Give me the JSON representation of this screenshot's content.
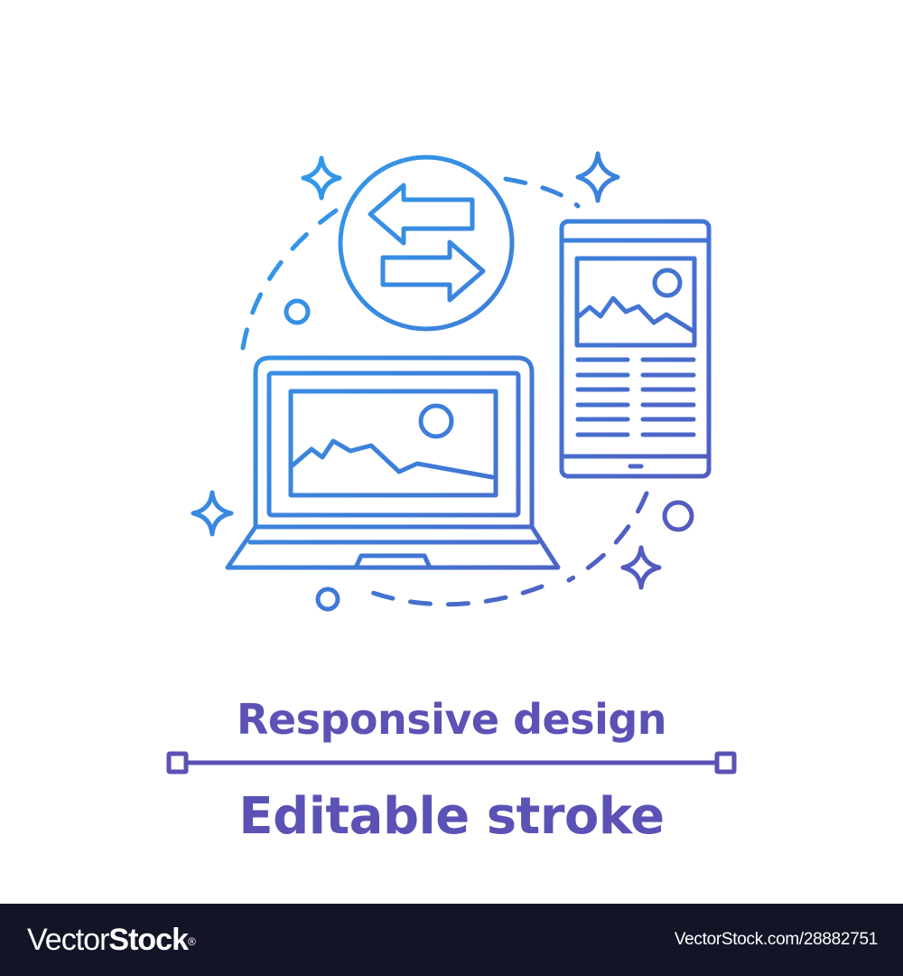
{
  "illustration": {
    "subject": "responsive-design-concept-icon",
    "elements": [
      "exchange-arrows-icon",
      "laptop-icon",
      "tablet-icon",
      "sparkle-icon",
      "dashed-orbit",
      "small-circle"
    ],
    "gradient": {
      "start": "#2f9bef",
      "end": "#5a4fb5"
    }
  },
  "caption": {
    "title": "Responsive design",
    "subtitle": "Editable stroke",
    "color": "#5a52b5"
  },
  "footer": {
    "background": "#131527",
    "text_color": "#ffffff",
    "brand_thin": "Vector",
    "brand_bold": "Stock",
    "brand_mark": "®",
    "image_id": "VectorStock.com/28882751"
  }
}
